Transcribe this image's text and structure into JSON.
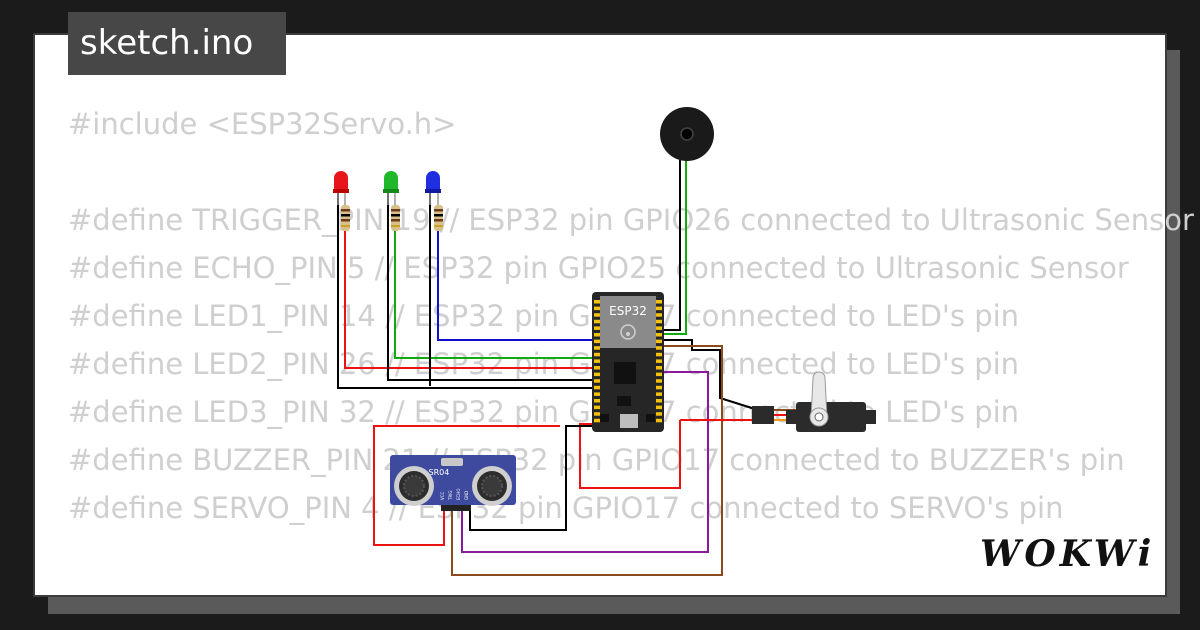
{
  "title": "sketch.ino",
  "code_lines": [
    "#include <ESP32Servo.h>",
    "",
    "#define TRIGGER_PIN 19 // ESP32 pin GPIO26 connected to Ultrasonic Sensor",
    "#define ECHO_PIN 5 // ESP32 pin GPIO25 connected to Ultrasonic Sensor",
    "#define LED1_PIN 14 // ESP32 pin GPIO17 connected to LED's pin",
    "#define LED2_PIN 26 // ESP32 pin GPIO17 connected to LED's pin",
    "#define LED3_PIN 32 // ESP32 pin GPIO17 connected to LED's pin",
    "#define BUZZER_PIN 21 // ESP32 pin GPIO17 connected to BUZZER's pin",
    "#define SERVO_PIN 4 // ESP32 pin GPIO17 connected to SERVO's pin"
  ],
  "components": {
    "esp32_label": "ESP32",
    "sensor_label": "HC-SR04",
    "sensor_pins": [
      "VCC",
      "TRIG",
      "ECHO",
      "GND"
    ]
  },
  "logo": "WOKWi",
  "colors": {
    "led1": "#e8151a",
    "led2": "#1fb829",
    "led3": "#1f2fe0",
    "sensor_board": "#3d4a9e",
    "esp32_board": "#262626",
    "header_pins": "#f4c20d",
    "servo_body": "#2b2b2b",
    "wire_black": "#000000",
    "wire_red": "#e11",
    "wire_green": "#1a1",
    "wire_blue": "#11c",
    "wire_brown": "#8b4a1c",
    "wire_purple": "#8a1a9a"
  }
}
